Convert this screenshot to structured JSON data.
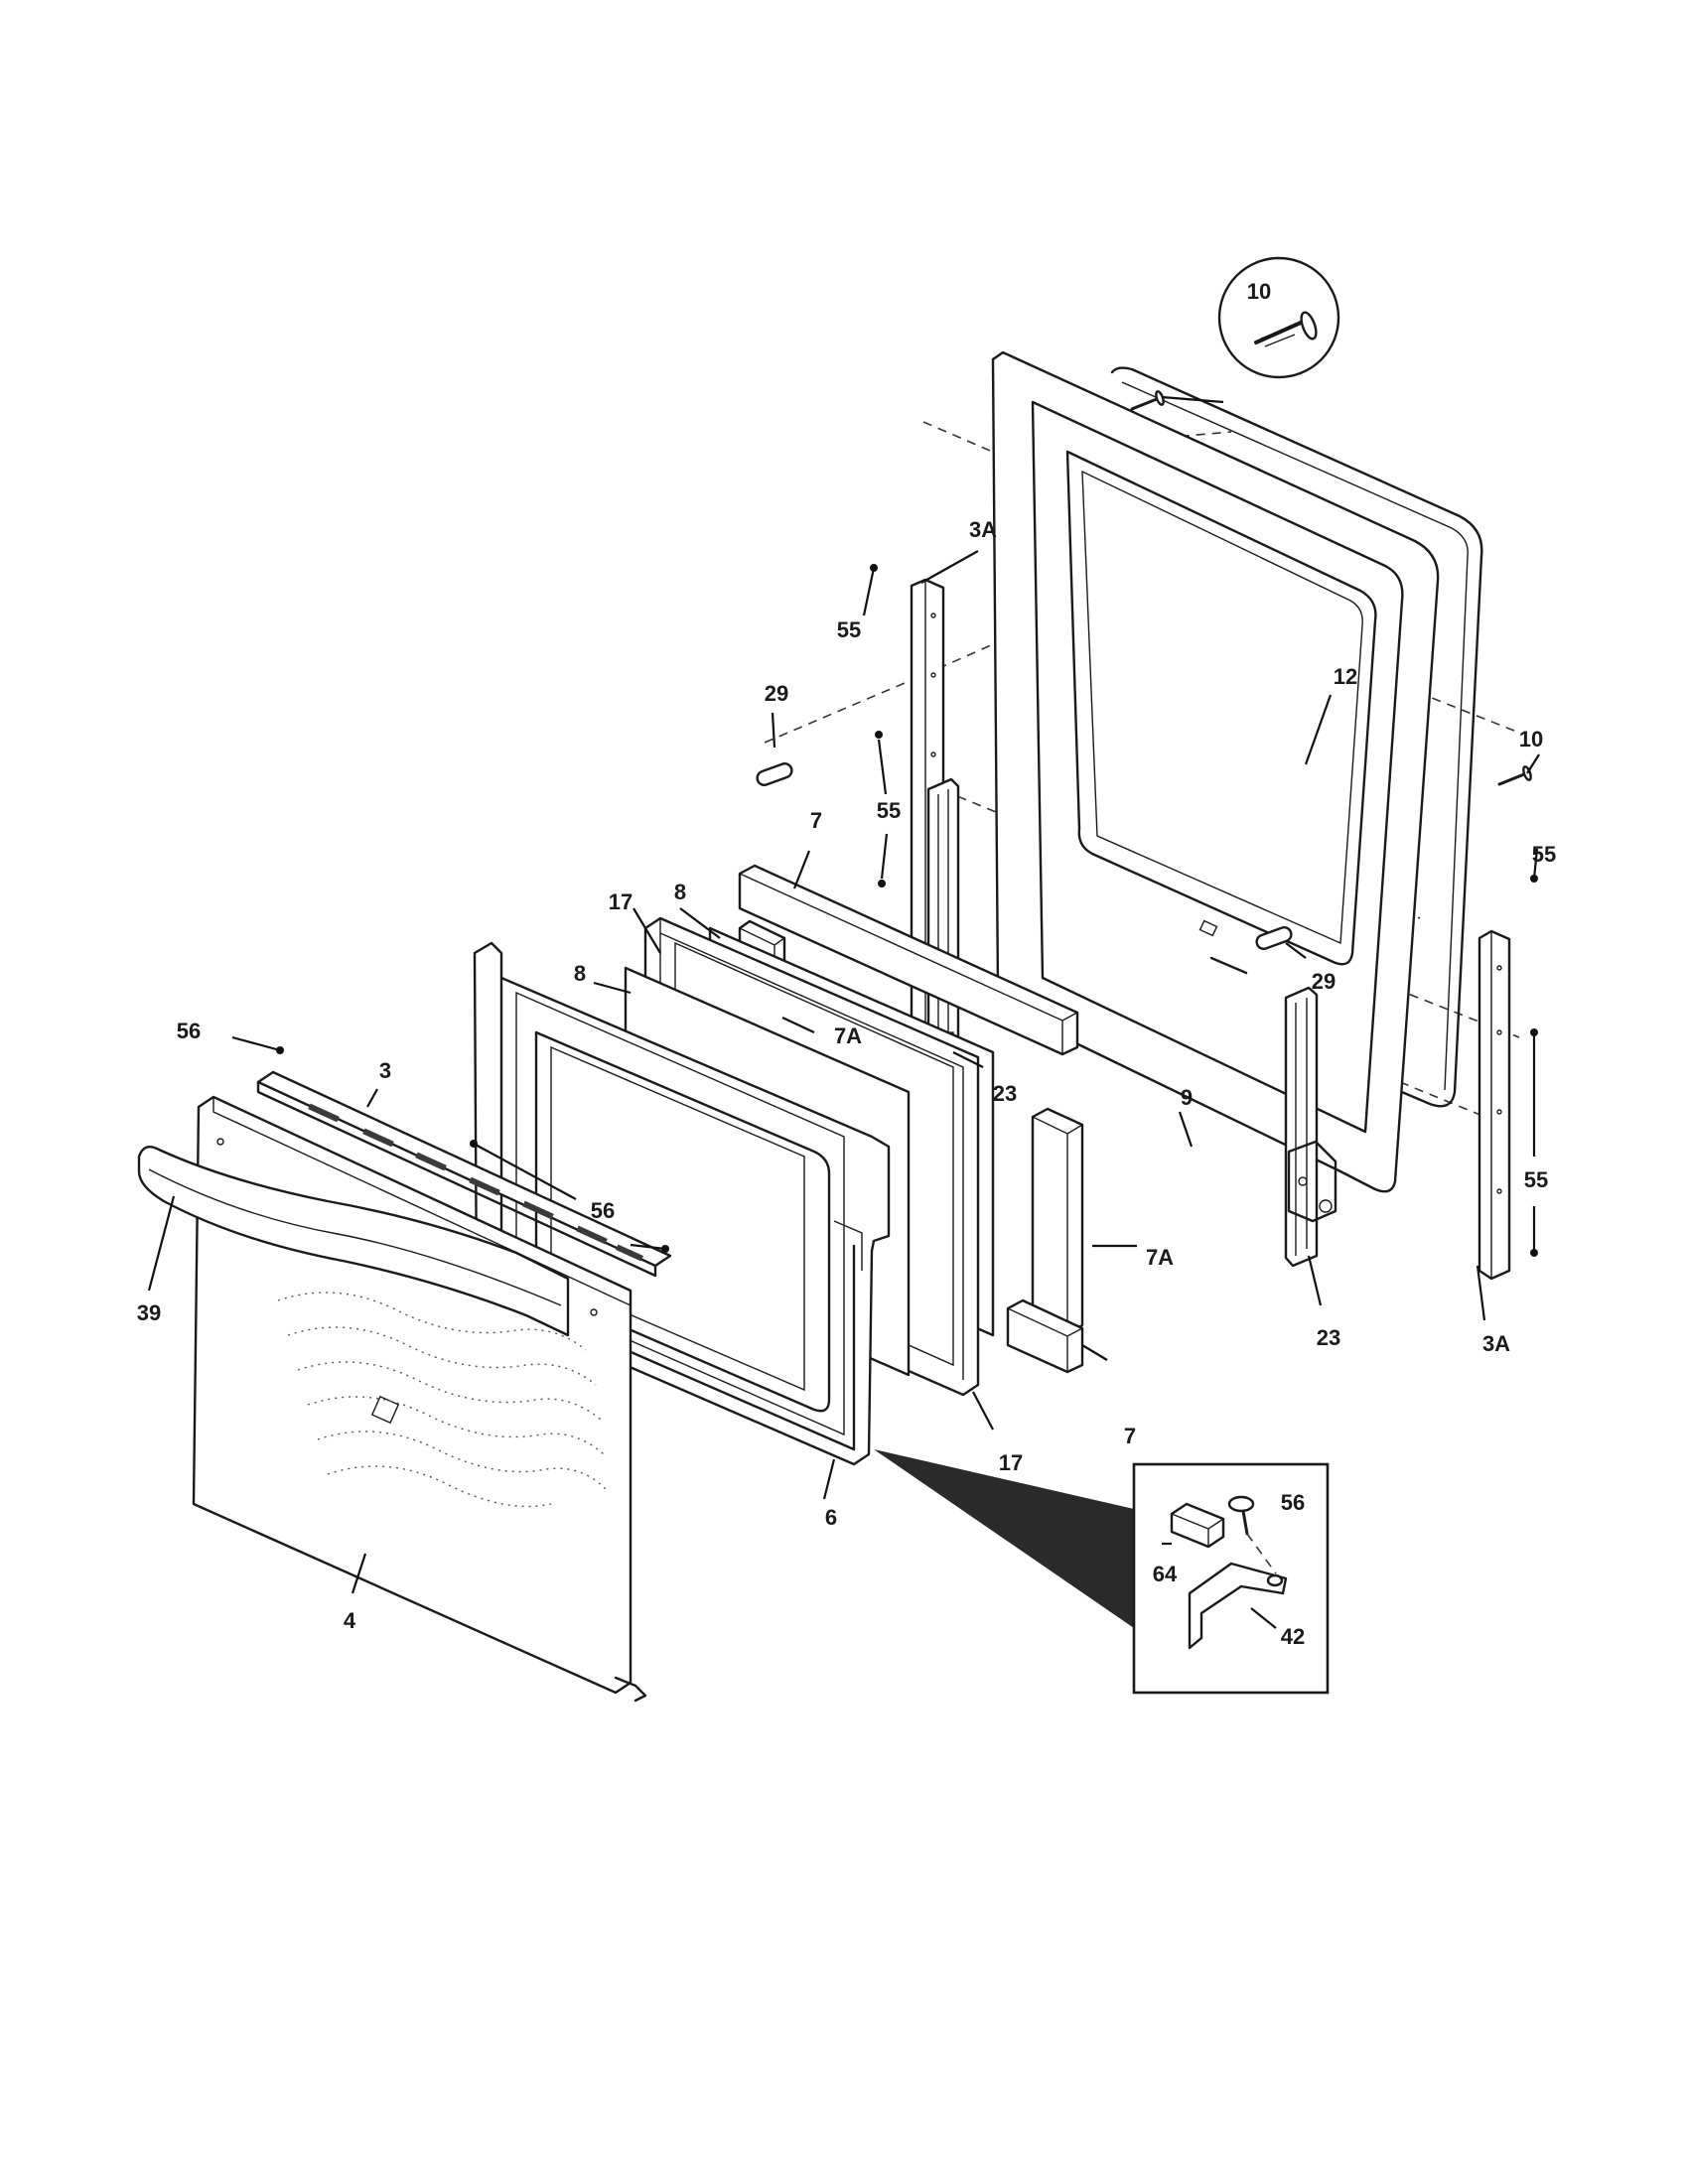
{
  "callouts": {
    "c3A_top": "3A",
    "c55_top": "55",
    "c10_circle": "10",
    "c12": "12",
    "c29_left": "29",
    "c10_right": "10",
    "c55_mid": "55",
    "c7_top": "7",
    "c55_right_top": "55",
    "c17_top": "17",
    "c8_a": "8",
    "c8_b": "8",
    "c7A_top": "7A",
    "c29_right": "29",
    "c56_left": "56",
    "c3": "3",
    "c23_left": "23",
    "c9": "9",
    "c55_right_bottom": "55",
    "c56_mid": "56",
    "c7A_bottom": "7A",
    "c39": "39",
    "c23_right": "23",
    "c3A_bottom": "3A",
    "c7_bottom": "7",
    "c17_bottom": "17",
    "c56_inset": "56",
    "c64": "64",
    "c6": "6",
    "c42": "42",
    "c4": "4"
  }
}
